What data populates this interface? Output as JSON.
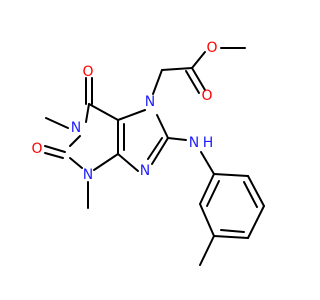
{
  "molecule": {
    "atom_labels": {
      "o_carbonyl_c6": "O",
      "o_carbonyl_c2": "O",
      "o_ester_double": "O",
      "o_ester_single": "O",
      "n1": "N",
      "n3": "N",
      "n7": "N",
      "n9": "N",
      "nh": "N",
      "h": "H"
    },
    "colors": {
      "carbon_bond": "#000000",
      "oxygen": "#ff0000",
      "nitrogen": "#1f1fff",
      "background": "#ffffff"
    }
  }
}
